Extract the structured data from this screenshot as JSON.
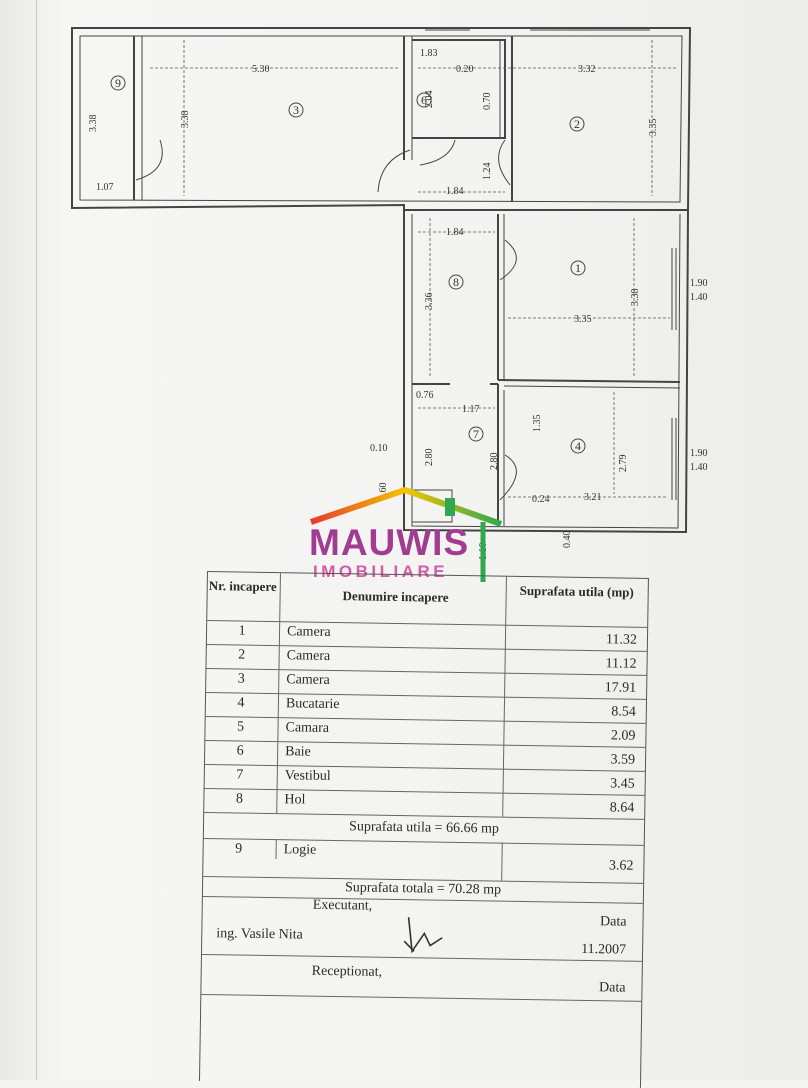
{
  "plan": {
    "room_numbers": [
      "1",
      "2",
      "3",
      "4",
      "6",
      "7",
      "8",
      "9"
    ],
    "dimensions": {
      "r3_width": "5.30",
      "r3_height": "3.38",
      "r9_height": "3.38",
      "r9_bottom": "1.07",
      "r6_top": "1.83",
      "r6_offset": "0.20",
      "r6_height": "2.04",
      "r6_door": "0.70",
      "r2_width": "3.32",
      "r2_height": "3.35",
      "hall_vertical": "1.24",
      "corridor_1": "1.84",
      "corridor_2": "1.84",
      "r8_height": "3.36",
      "r1_width": "3.35",
      "r1_height": "3.38",
      "window_1_top": "1.90",
      "window_1_bottom": "1.40",
      "r7_left": "0.76",
      "r7_width": "1.17",
      "r7_height_1": "2.80",
      "r7_height_2": "2.80",
      "r7_offset": "0.10",
      "r7_small": "0.60",
      "r4_top": "1.35",
      "r4_height": "2.79",
      "r4_width": "3.21",
      "r4_offset": "0.24",
      "r4_bottom": "0.40",
      "window_2_top": "1.90",
      "window_2_bottom": "1.40",
      "entry_width": "1.10"
    }
  },
  "logo": {
    "name": "MAUWIS",
    "sub": "IMOBILIARE"
  },
  "table": {
    "header": {
      "nr": "Nr. incapere",
      "name": "Denumire incapere",
      "area": "Suprafata utila (mp)"
    },
    "rows": [
      {
        "nr": "1",
        "name": "Camera",
        "area": "11.32"
      },
      {
        "nr": "2",
        "name": "Camera",
        "area": "11.12"
      },
      {
        "nr": "3",
        "name": "Camera",
        "area": "17.91"
      },
      {
        "nr": "4",
        "name": "Bucatarie",
        "area": "8.54"
      },
      {
        "nr": "5",
        "name": "Camara",
        "area": "2.09"
      },
      {
        "nr": "6",
        "name": "Baie",
        "area": "3.59"
      },
      {
        "nr": "7",
        "name": "Vestibul",
        "area": "3.45"
      },
      {
        "nr": "8",
        "name": "Hol",
        "area": "8.64"
      }
    ],
    "subtotal": "Suprafata utila = 66.66 mp",
    "logie": {
      "nr": "9",
      "name": "Logie",
      "area": "3.62"
    },
    "total": "Suprafata totala = 70.28 mp",
    "executant": {
      "label": "Executant,",
      "data_label": "Data",
      "name": "ing. Vasile Nita",
      "date": "11.2007"
    },
    "receptionat": {
      "label": "Receptionat,",
      "data_label": "Data"
    }
  }
}
